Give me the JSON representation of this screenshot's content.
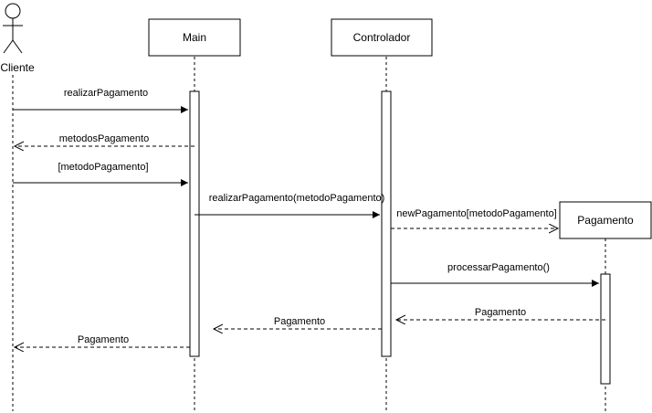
{
  "participants": {
    "cliente": "Cliente",
    "main": "Main",
    "controlador": "Controlador",
    "pagamento": "Pagamento"
  },
  "messages": {
    "m1": "realizarPagamento",
    "m2": "metodosPagamento",
    "m3": "[metodoPagamento]",
    "m4": "realizarPagamento(metodoPagamento)",
    "m5": "newPagamento[metodoPagamento]",
    "m6": "processarPagamento()",
    "m7": "Pagamento",
    "m8": "Pagamento",
    "m9": "Pagamento"
  }
}
